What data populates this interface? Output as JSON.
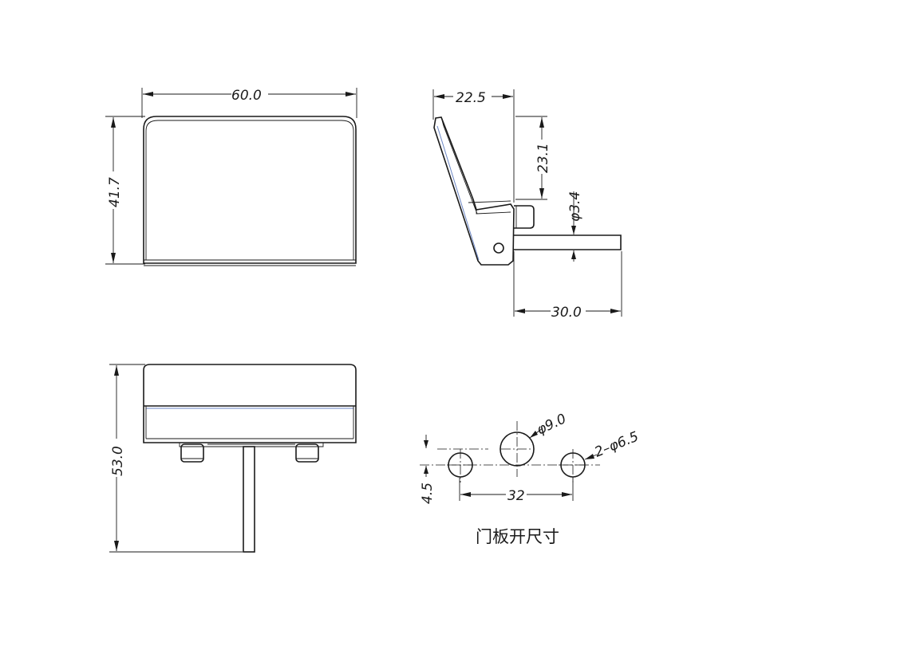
{
  "dimensions": {
    "front_width": "60.0",
    "front_height": "41.7",
    "side_depth_top": "22.5",
    "side_upper_height": "23.1",
    "shaft_diameter": "φ3.4",
    "shaft_length": "30.0",
    "bottom_height": "53.0",
    "center_hole": "φ9.0",
    "side_holes": "2–φ6.5",
    "hole_offset": "4.5",
    "hole_spacing": "32"
  },
  "caption": "门板开尺寸"
}
